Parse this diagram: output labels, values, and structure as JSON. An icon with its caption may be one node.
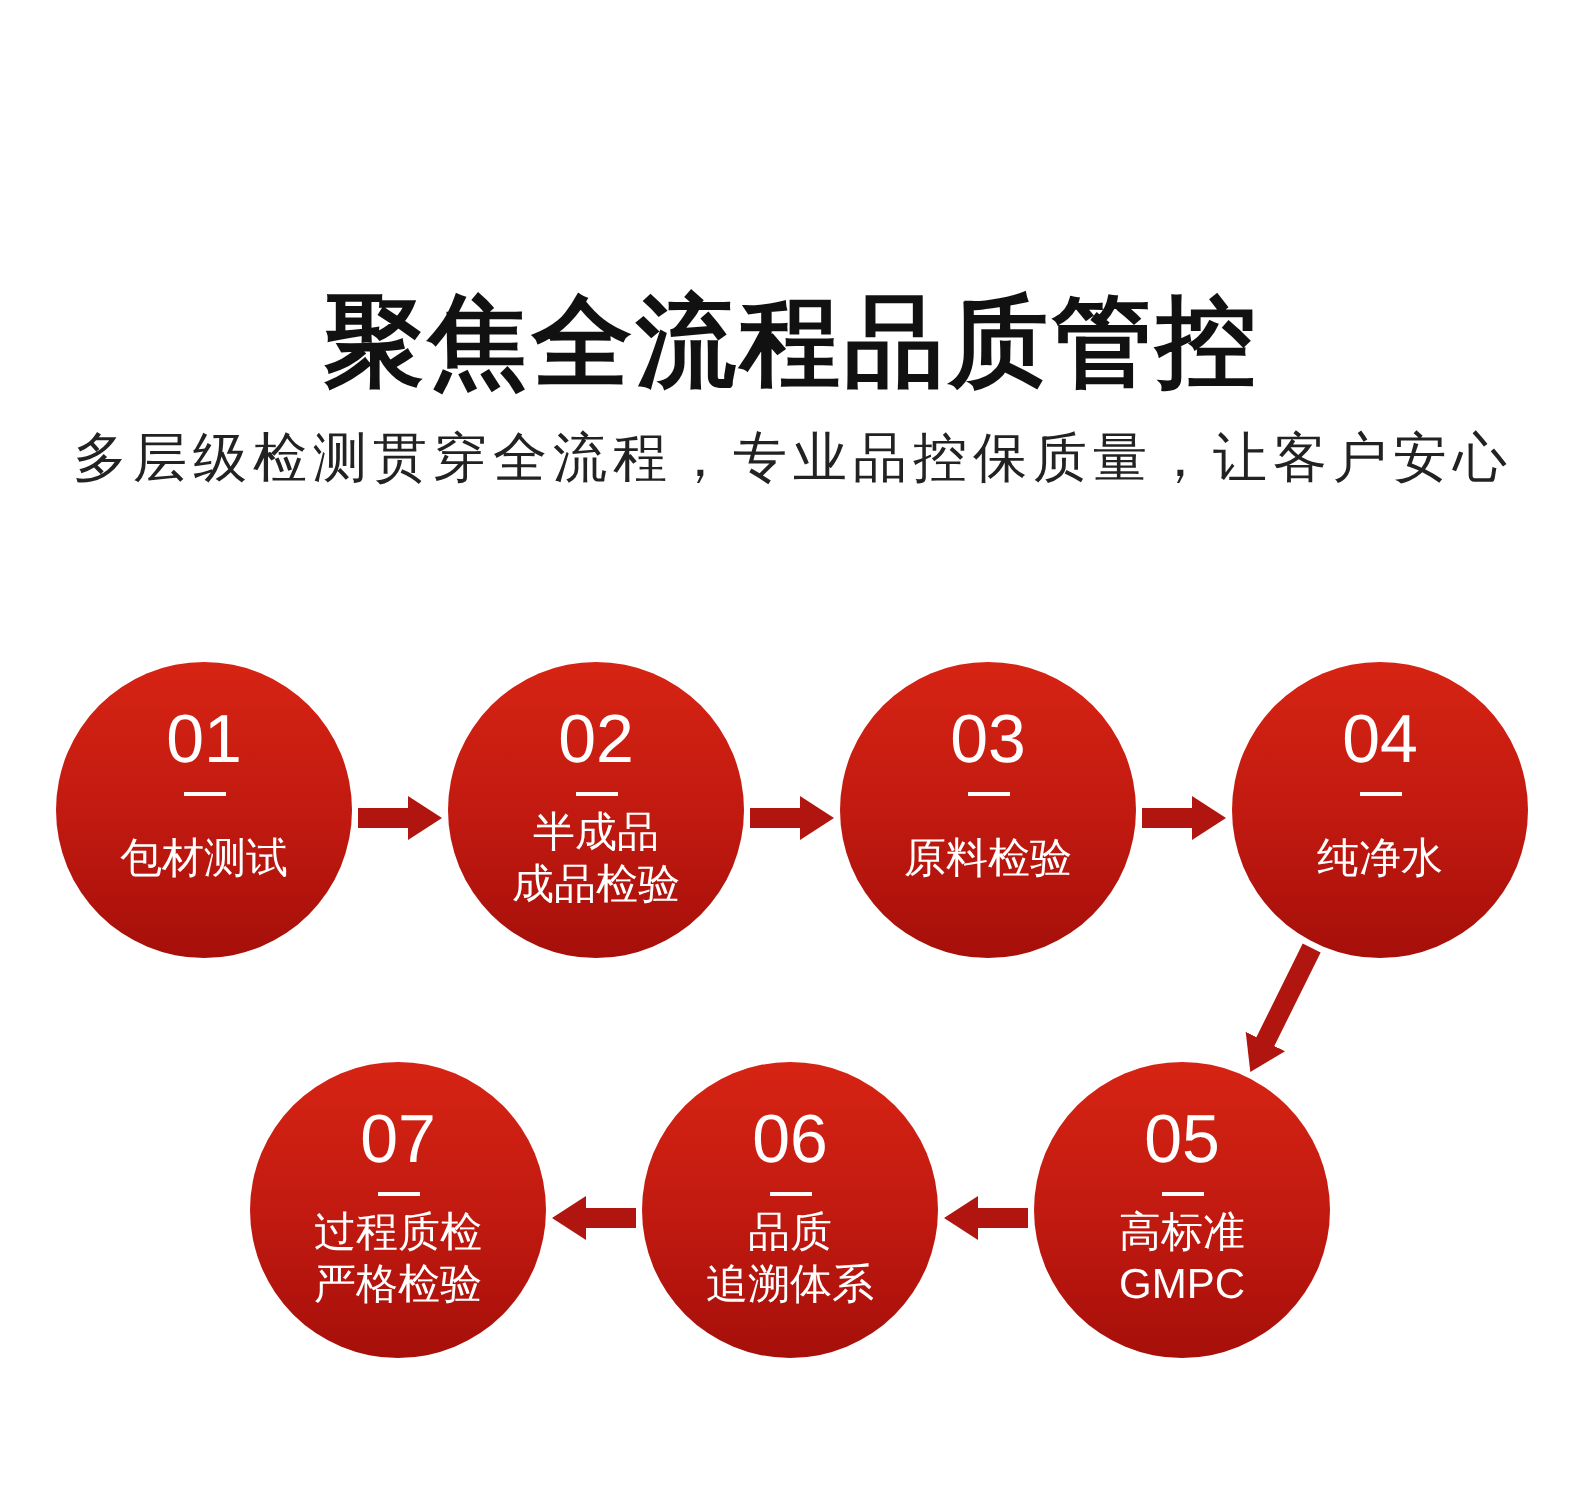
{
  "diagram": {
    "title": "聚焦全流程品质管控",
    "nodes": [
      {
        "text": [
          "01",
          "包材测试"
        ]
      },
      {
        "text": [
          "02",
          "半成品成品检验"
        ]
      },
      {
        "text": [
          "03",
          "原料检验"
        ]
      },
      {
        "text": [
          "04",
          "纯净水"
        ]
      },
      {
        "text": [
          "05",
          "高标准 GMPC"
        ]
      },
      {
        "text": [
          "06",
          "品质追溯体系"
        ]
      },
      {
        "text": [
          "07",
          "过程质检严格检验"
        ]
      }
    ],
    "edges": [
      {
        "from": 0,
        "to": 1,
        "arrow": "to"
      },
      {
        "from": 1,
        "to": 2,
        "arrow": "to"
      },
      {
        "from": 2,
        "to": 3,
        "arrow": "to"
      },
      {
        "from": 3,
        "to": 4,
        "arrow": "to"
      },
      {
        "from": 4,
        "to": 5,
        "arrow": "to"
      },
      {
        "from": 5,
        "to": 6,
        "arrow": "to"
      }
    ],
    "labels": [
      "多层级检测贯穿全流程，专业品控保质量，让客户安心"
    ]
  }
}
